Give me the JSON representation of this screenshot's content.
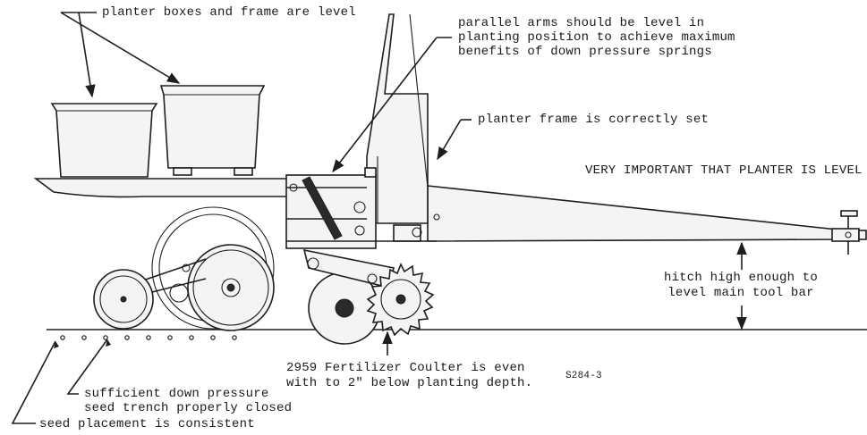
{
  "diagram": {
    "labels": {
      "boxes_level": "planter boxes and frame are level",
      "parallel_arms_1": "parallel arms should be level in",
      "parallel_arms_2": "planting position to achieve maximum",
      "parallel_arms_3": "benefits of down pressure springs",
      "frame_set": "planter frame is correctly set",
      "very_important": "VERY IMPORTANT THAT PLANTER IS LEVEL",
      "hitch_1": "hitch high enough to",
      "hitch_2": "level main tool bar",
      "coulter_1": "2959 Fertilizer Coulter is even",
      "coulter_2": "with to 2\" below planting depth.",
      "part_code": "S284-3",
      "down_pressure_1": "sufficient down pressure",
      "down_pressure_2": "seed trench properly closed",
      "seed_placement": "seed placement is consistent"
    }
  }
}
